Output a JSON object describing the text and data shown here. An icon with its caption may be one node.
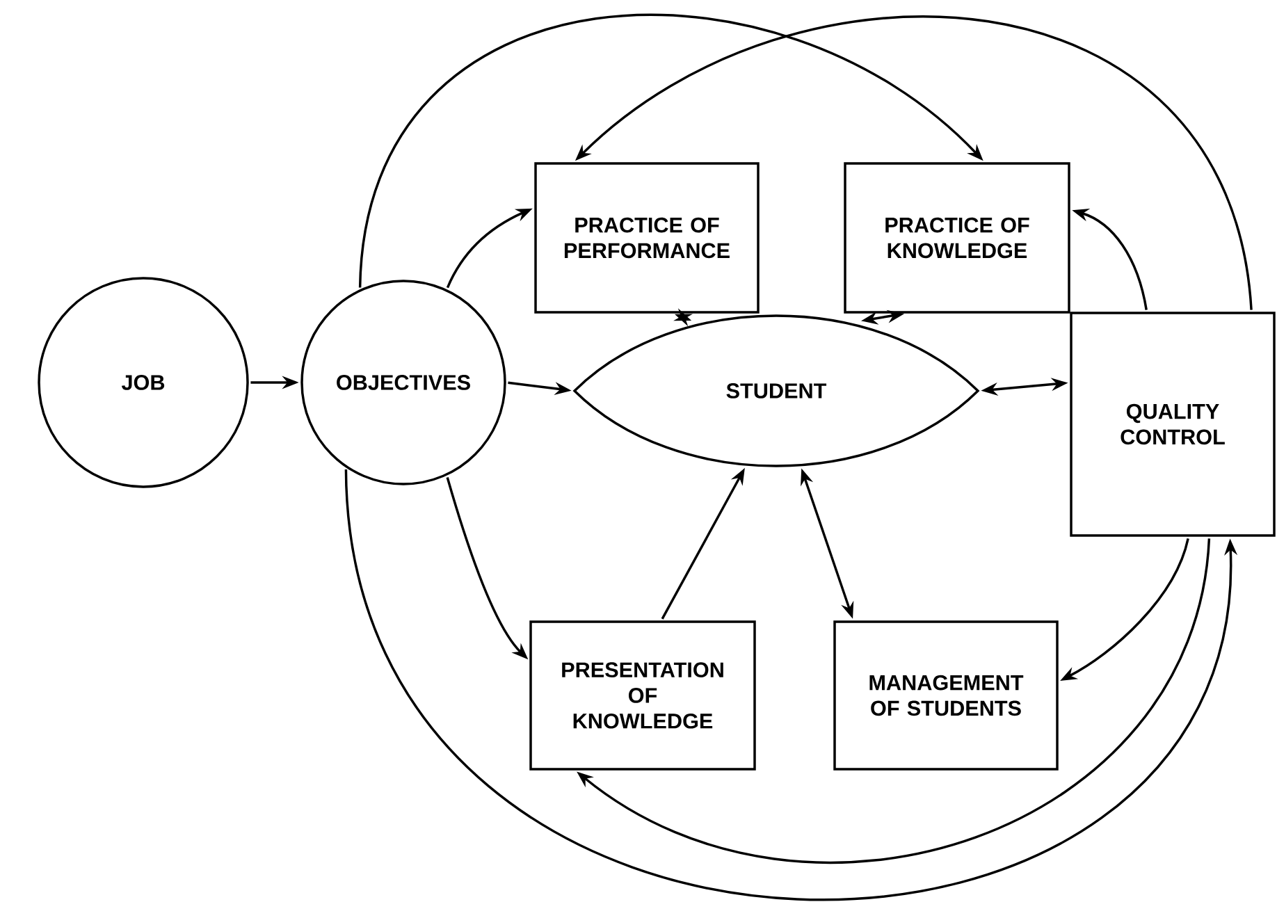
{
  "diagram": {
    "nodes": [
      {
        "text": [
          "JOB"
        ]
      },
      {
        "text": [
          "OBJECTIVES"
        ]
      },
      {
        "text": [
          "STUDENT"
        ]
      },
      {
        "text": [
          "QUALITY CONTROL"
        ]
      },
      {
        "text": [
          "PRACTICE OF PERFORMANCE"
        ]
      },
      {
        "text": [
          "PRACTICE OF KNOWLEDGE"
        ]
      },
      {
        "text": [
          "PRESENTATION OF KNOWLEDGE"
        ]
      },
      {
        "text": [
          "MANAGEMENT OF STUDENTS"
        ]
      }
    ],
    "edges": [
      {
        "from": 0,
        "to": 1,
        "arrow": "to"
      },
      {
        "from": 1,
        "to": 2,
        "arrow": "to"
      },
      {
        "from": 1,
        "to": 4,
        "arrow": "to"
      },
      {
        "from": 1,
        "to": 5,
        "arrow": "to"
      },
      {
        "from": 3,
        "to": 4,
        "arrow": "to"
      },
      {
        "from": 3,
        "to": 5,
        "arrow": "to"
      },
      {
        "from": 4,
        "to": 2,
        "arrow": "both"
      },
      {
        "from": 5,
        "to": 2,
        "arrow": "both"
      },
      {
        "from": 6,
        "to": 2,
        "arrow": "to"
      },
      {
        "from": 2,
        "to": 7,
        "arrow": "both"
      },
      {
        "from": 2,
        "to": 3,
        "arrow": "both"
      },
      {
        "from": 1,
        "to": 6,
        "arrow": "to"
      },
      {
        "from": 3,
        "to": 7,
        "arrow": "to"
      },
      {
        "from": 3,
        "to": 6,
        "arrow": "to"
      },
      {
        "from": 1,
        "to": 3,
        "arrow": "to"
      }
    ]
  }
}
